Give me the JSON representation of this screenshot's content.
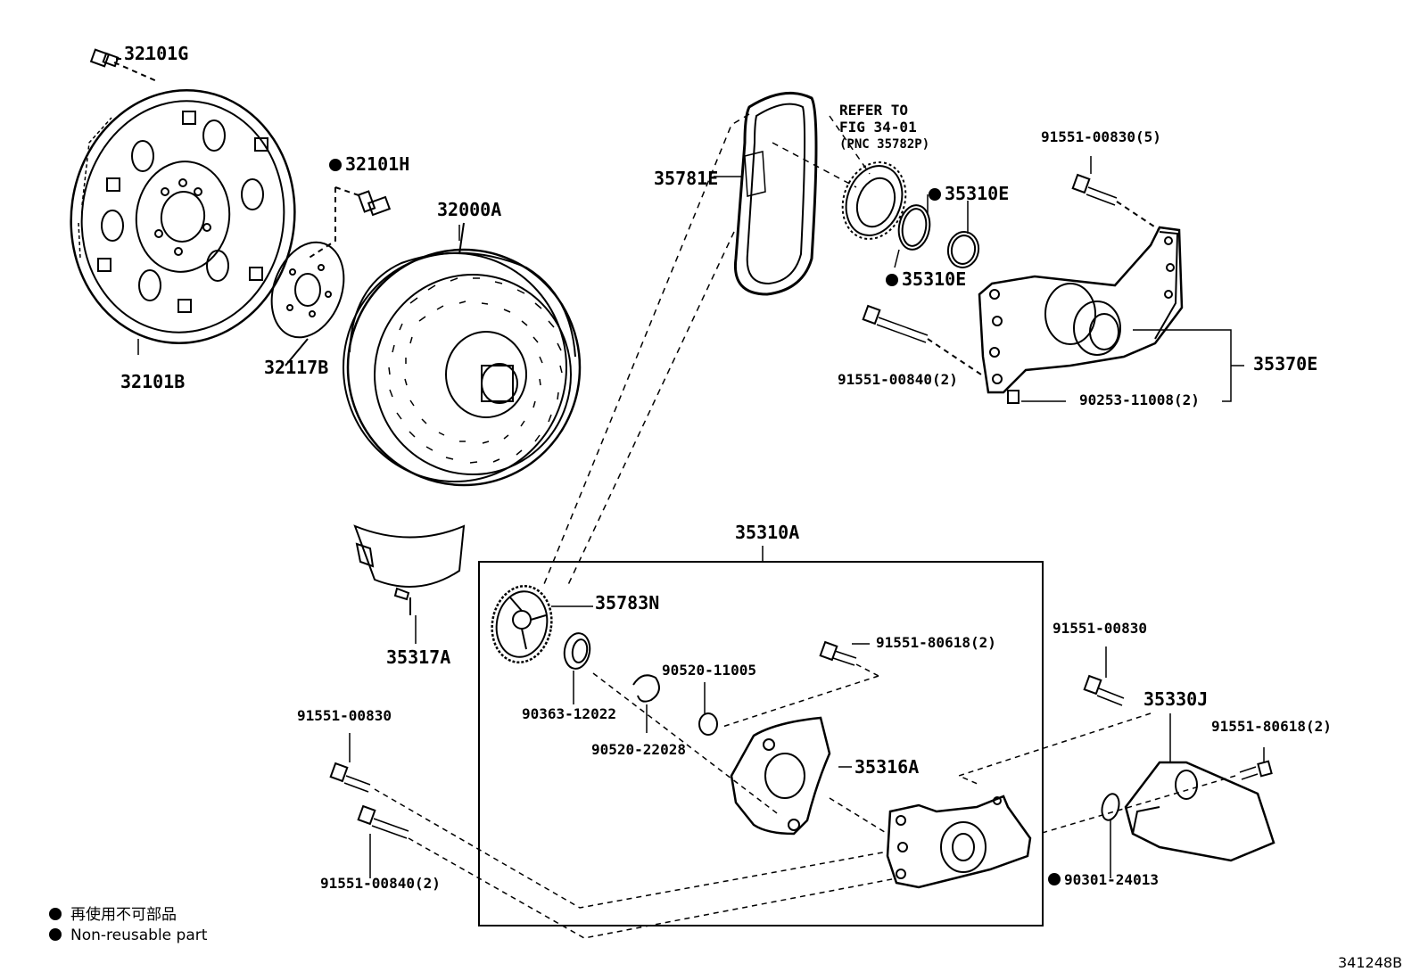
{
  "labels": {
    "p32101G": "32101G",
    "p32101H": "32101H",
    "p32000A": "32000A",
    "p32101B": "32101B",
    "p32117B": "32117B",
    "refer_line1": "REFER TO",
    "refer_line2": "FIG 34-01",
    "refer_line3": "(PNC 35782P)",
    "p35781E": "35781E",
    "p35310E_top": "35310E",
    "p35310E_bottom": "35310E",
    "p91551_00830_5": "91551-00830(5)",
    "p91551_00840_2_top": "91551-00840(2)",
    "p35370E": "35370E",
    "p90253_11008_2": "90253-11008(2)",
    "p35310A": "35310A",
    "p35317A": "35317A",
    "p35783N": "35783N",
    "p91551_80618_2_mid": "91551-80618(2)",
    "p90520_11005": "90520-11005",
    "p90363_12022": "90363-12022",
    "p90520_22028": "90520-22028",
    "p91551_00830_mid": "91551-00830",
    "p35330J": "35330J",
    "p91551_80618_2_right": "91551-80618(2)",
    "p91551_00830_left": "91551-00830",
    "p35316A": "35316A",
    "p90301_24013": "90301-24013",
    "p91551_00840_2_bottom": "91551-00840(2)"
  },
  "legend": {
    "japanese": "再使用不可部品",
    "english": "Non-reusable part"
  },
  "figure_id": "341248B"
}
